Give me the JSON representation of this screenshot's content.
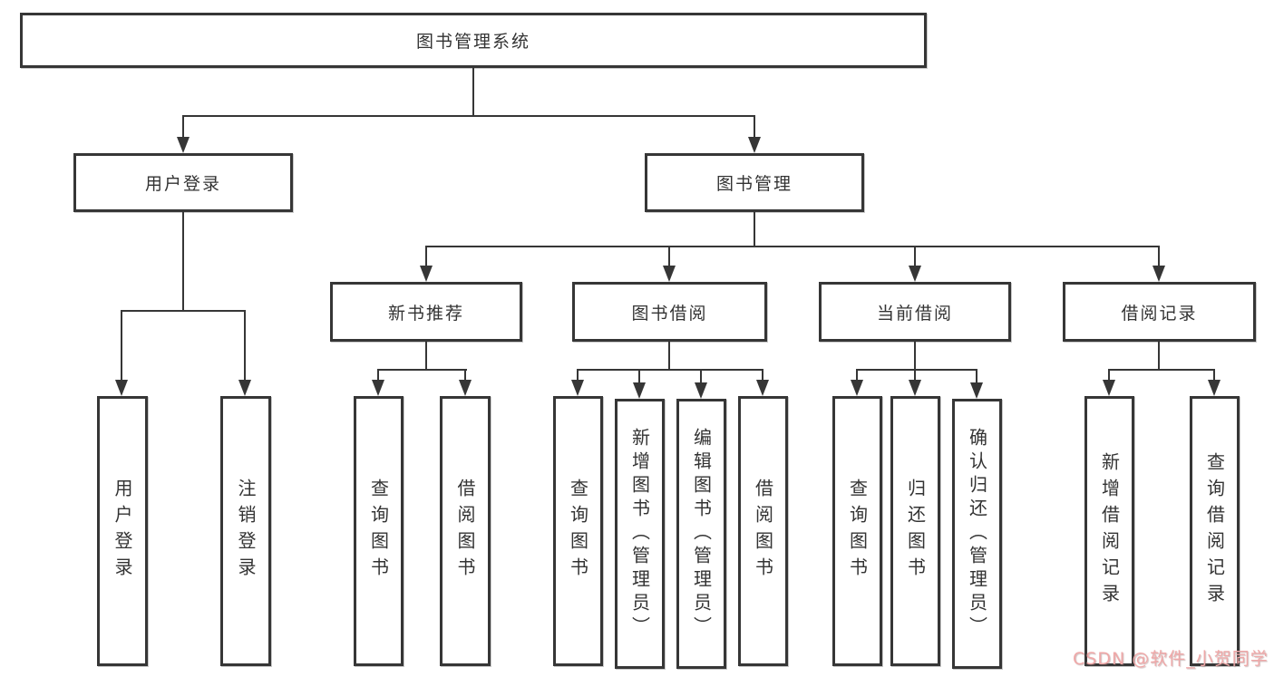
{
  "diagram": {
    "root": {
      "label": "图书管理系统"
    },
    "level2": [
      {
        "label": "用户登录"
      },
      {
        "label": "图书管理"
      }
    ],
    "level3": [
      {
        "label": "新书推荐"
      },
      {
        "label": "图书借阅"
      },
      {
        "label": "当前借阅"
      },
      {
        "label": "借阅记录"
      }
    ],
    "leaves": [
      {
        "label": "用户登录"
      },
      {
        "label": "注销登录"
      },
      {
        "label": "查询图书"
      },
      {
        "label": "借阅图书"
      },
      {
        "label": "查询图书"
      },
      {
        "label": "新增图书（管理员）"
      },
      {
        "label": "编辑图书（管理员）"
      },
      {
        "label": "借阅图书"
      },
      {
        "label": "查询图书"
      },
      {
        "label": "归还图书"
      },
      {
        "label": "确认归还（管理员）"
      },
      {
        "label": "新增借阅记录"
      },
      {
        "label": "查询借阅记录"
      }
    ],
    "watermark": "CSDN @软件_小贺同学",
    "colors": {
      "line": "#363636",
      "text": "#333333",
      "watermark": "#efa8a8",
      "background": "#ffffff"
    }
  }
}
